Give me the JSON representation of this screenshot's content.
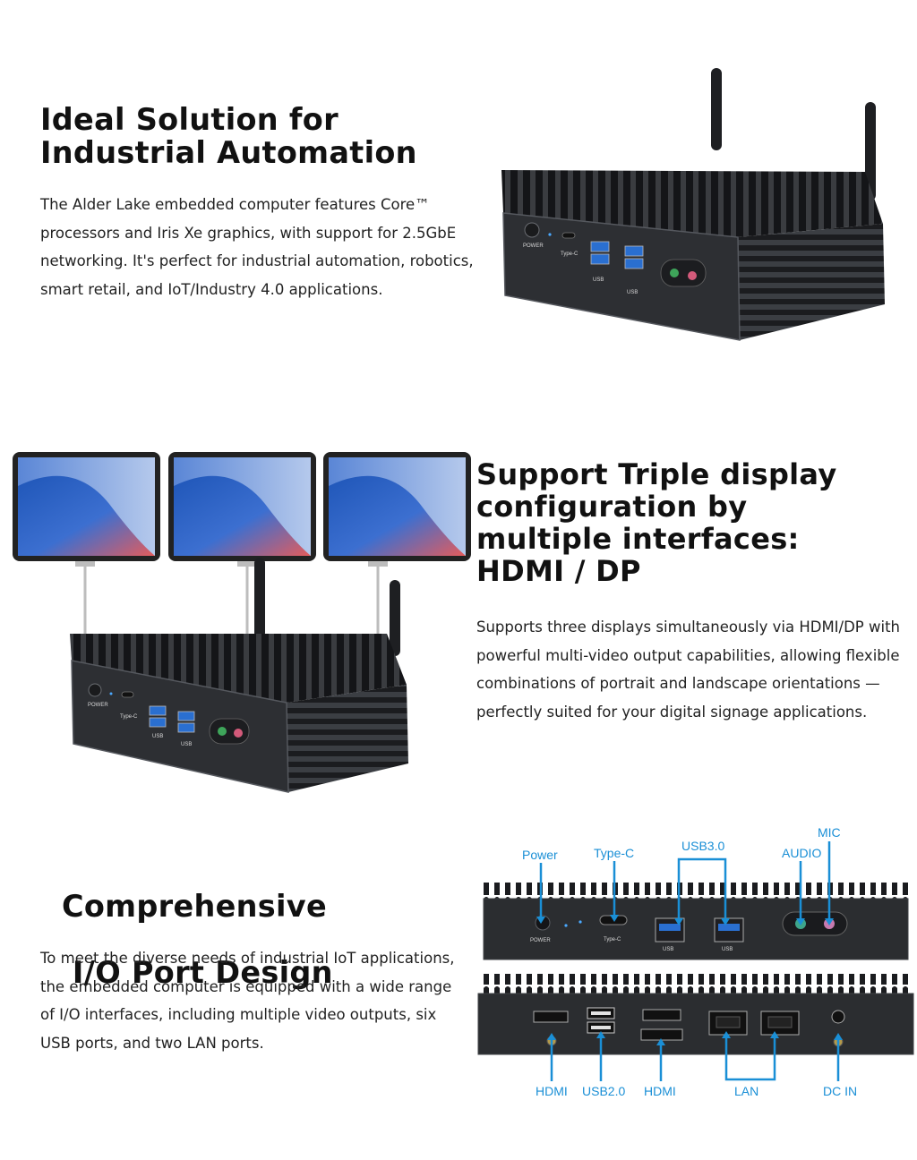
{
  "sections": {
    "industrial": {
      "title_line1": "Ideal Solution for",
      "title_line2": "Industrial Automation",
      "description": "The Alder Lake embedded computer features Core™ processors and Iris Xe graphics, with support for 2.5GbE networking. It's perfect for industrial automation, robotics, smart retail, and IoT/Industry 4.0 applications."
    },
    "display": {
      "title_line1": "Support Triple display",
      "title_line2": "configuration by",
      "title_line3": "multiple interfaces:",
      "title_line4": "HDMI / DP",
      "description": "Supports three displays simultaneously via HDMI/DP with powerful multi-video output capabilities, allowing flexible combinations of portrait and landscape orientations — perfectly suited for your digital signage applications."
    },
    "io": {
      "title_line1": "Comprehensive",
      "title_line2": " I/O Port Design",
      "description": "To meet the diverse needs of industrial IoT applications, the embedded computer is equipped with a wide range of I/O interfaces, including multiple video outputs, six USB ports, and two LAN ports."
    }
  },
  "device_front_labels": {
    "power": "POWER",
    "type_c": "Type-C",
    "usb": "USB"
  },
  "io_diagram": {
    "top_labels": {
      "power": "Power",
      "type_c": "Type-C",
      "usb3": "USB3.0",
      "audio": "AUDIO",
      "mic": "MIC"
    },
    "bottom_labels": {
      "hdmi_left": "HDMI",
      "usb2": "USB2.0",
      "hdmi_right": "HDMI",
      "lan": "LAN",
      "dc_in": "DC IN"
    }
  },
  "colors": {
    "callout": "#1a8fd6",
    "chassis": "#2b2d30",
    "fins": "#16171a",
    "usb_blue": "#2a6fd0"
  }
}
